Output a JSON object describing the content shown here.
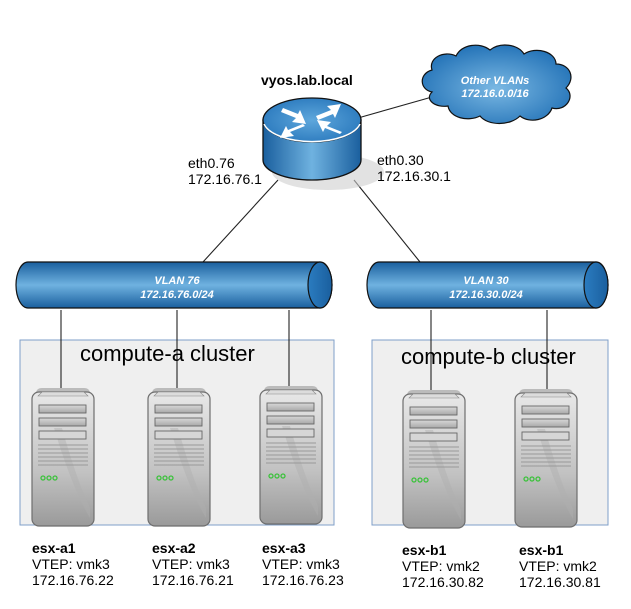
{
  "router": {
    "hostname": "vyos.lab.local",
    "icon": "router-icon",
    "interfaces": [
      {
        "name": "eth0.76",
        "ip": "172.16.76.1"
      },
      {
        "name": "eth0.30",
        "ip": "172.16.30.1"
      }
    ]
  },
  "cloud": {
    "icon": "cloud-icon",
    "title": "Other VLANs",
    "subnet": "172.16.0.0/16"
  },
  "vlans": [
    {
      "title": "VLAN 76",
      "subnet": "172.16.76.0/24"
    },
    {
      "title": "VLAN 30",
      "subnet": "172.16.30.0/24"
    }
  ],
  "clusters": [
    {
      "title": "compute-a cluster",
      "hosts": [
        {
          "name": "esx-a1",
          "vtep": "VTEP: vmk3",
          "ip": "172.16.76.22"
        },
        {
          "name": "esx-a2",
          "vtep": "VTEP: vmk3",
          "ip": "172.16.76.21"
        },
        {
          "name": "esx-a3",
          "vtep": "VTEP: vmk3",
          "ip": "172.16.76.23"
        }
      ]
    },
    {
      "title": "compute-b cluster",
      "hosts": [
        {
          "name": "esx-b1",
          "vtep": "VTEP: vmk2",
          "ip": "172.16.30.82"
        },
        {
          "name": "esx-b1",
          "vtep": "VTEP: vmk2",
          "ip": "172.16.30.81"
        }
      ]
    }
  ],
  "colors": {
    "network_blue": "#1f6fb5",
    "network_blue_light": "#7ab8e3",
    "cluster_bg": "#efefef",
    "cluster_border": "#7f9fc8",
    "led_green": "#3cc23c"
  }
}
